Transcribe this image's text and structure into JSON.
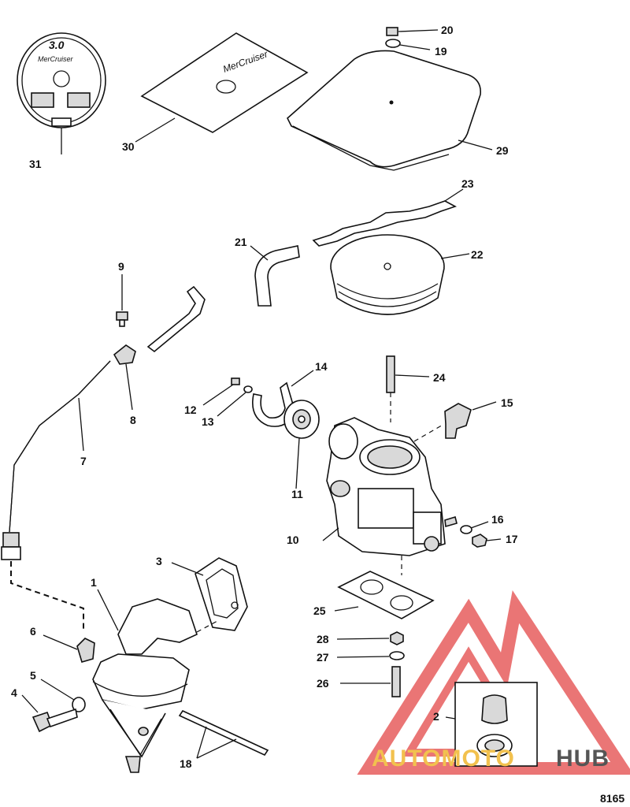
{
  "diagram_code": "8165",
  "watermark": {
    "brand_a": "AUTOMOTO",
    "brand_b": "HUB",
    "color_a": "#f2c14e",
    "color_b": "#555555",
    "logo_color": "#e34848"
  },
  "decal": {
    "model": "3.0",
    "brand": "MerCruiser"
  },
  "cover_plate_brand": "MerCruiser",
  "callouts": [
    "1",
    "2",
    "3",
    "4",
    "5",
    "6",
    "7",
    "8",
    "9",
    "10",
    "11",
    "12",
    "13",
    "14",
    "15",
    "16",
    "17",
    "18",
    "19",
    "20",
    "21",
    "22",
    "23",
    "24",
    "25",
    "26",
    "27",
    "28",
    "29",
    "30",
    "31"
  ]
}
